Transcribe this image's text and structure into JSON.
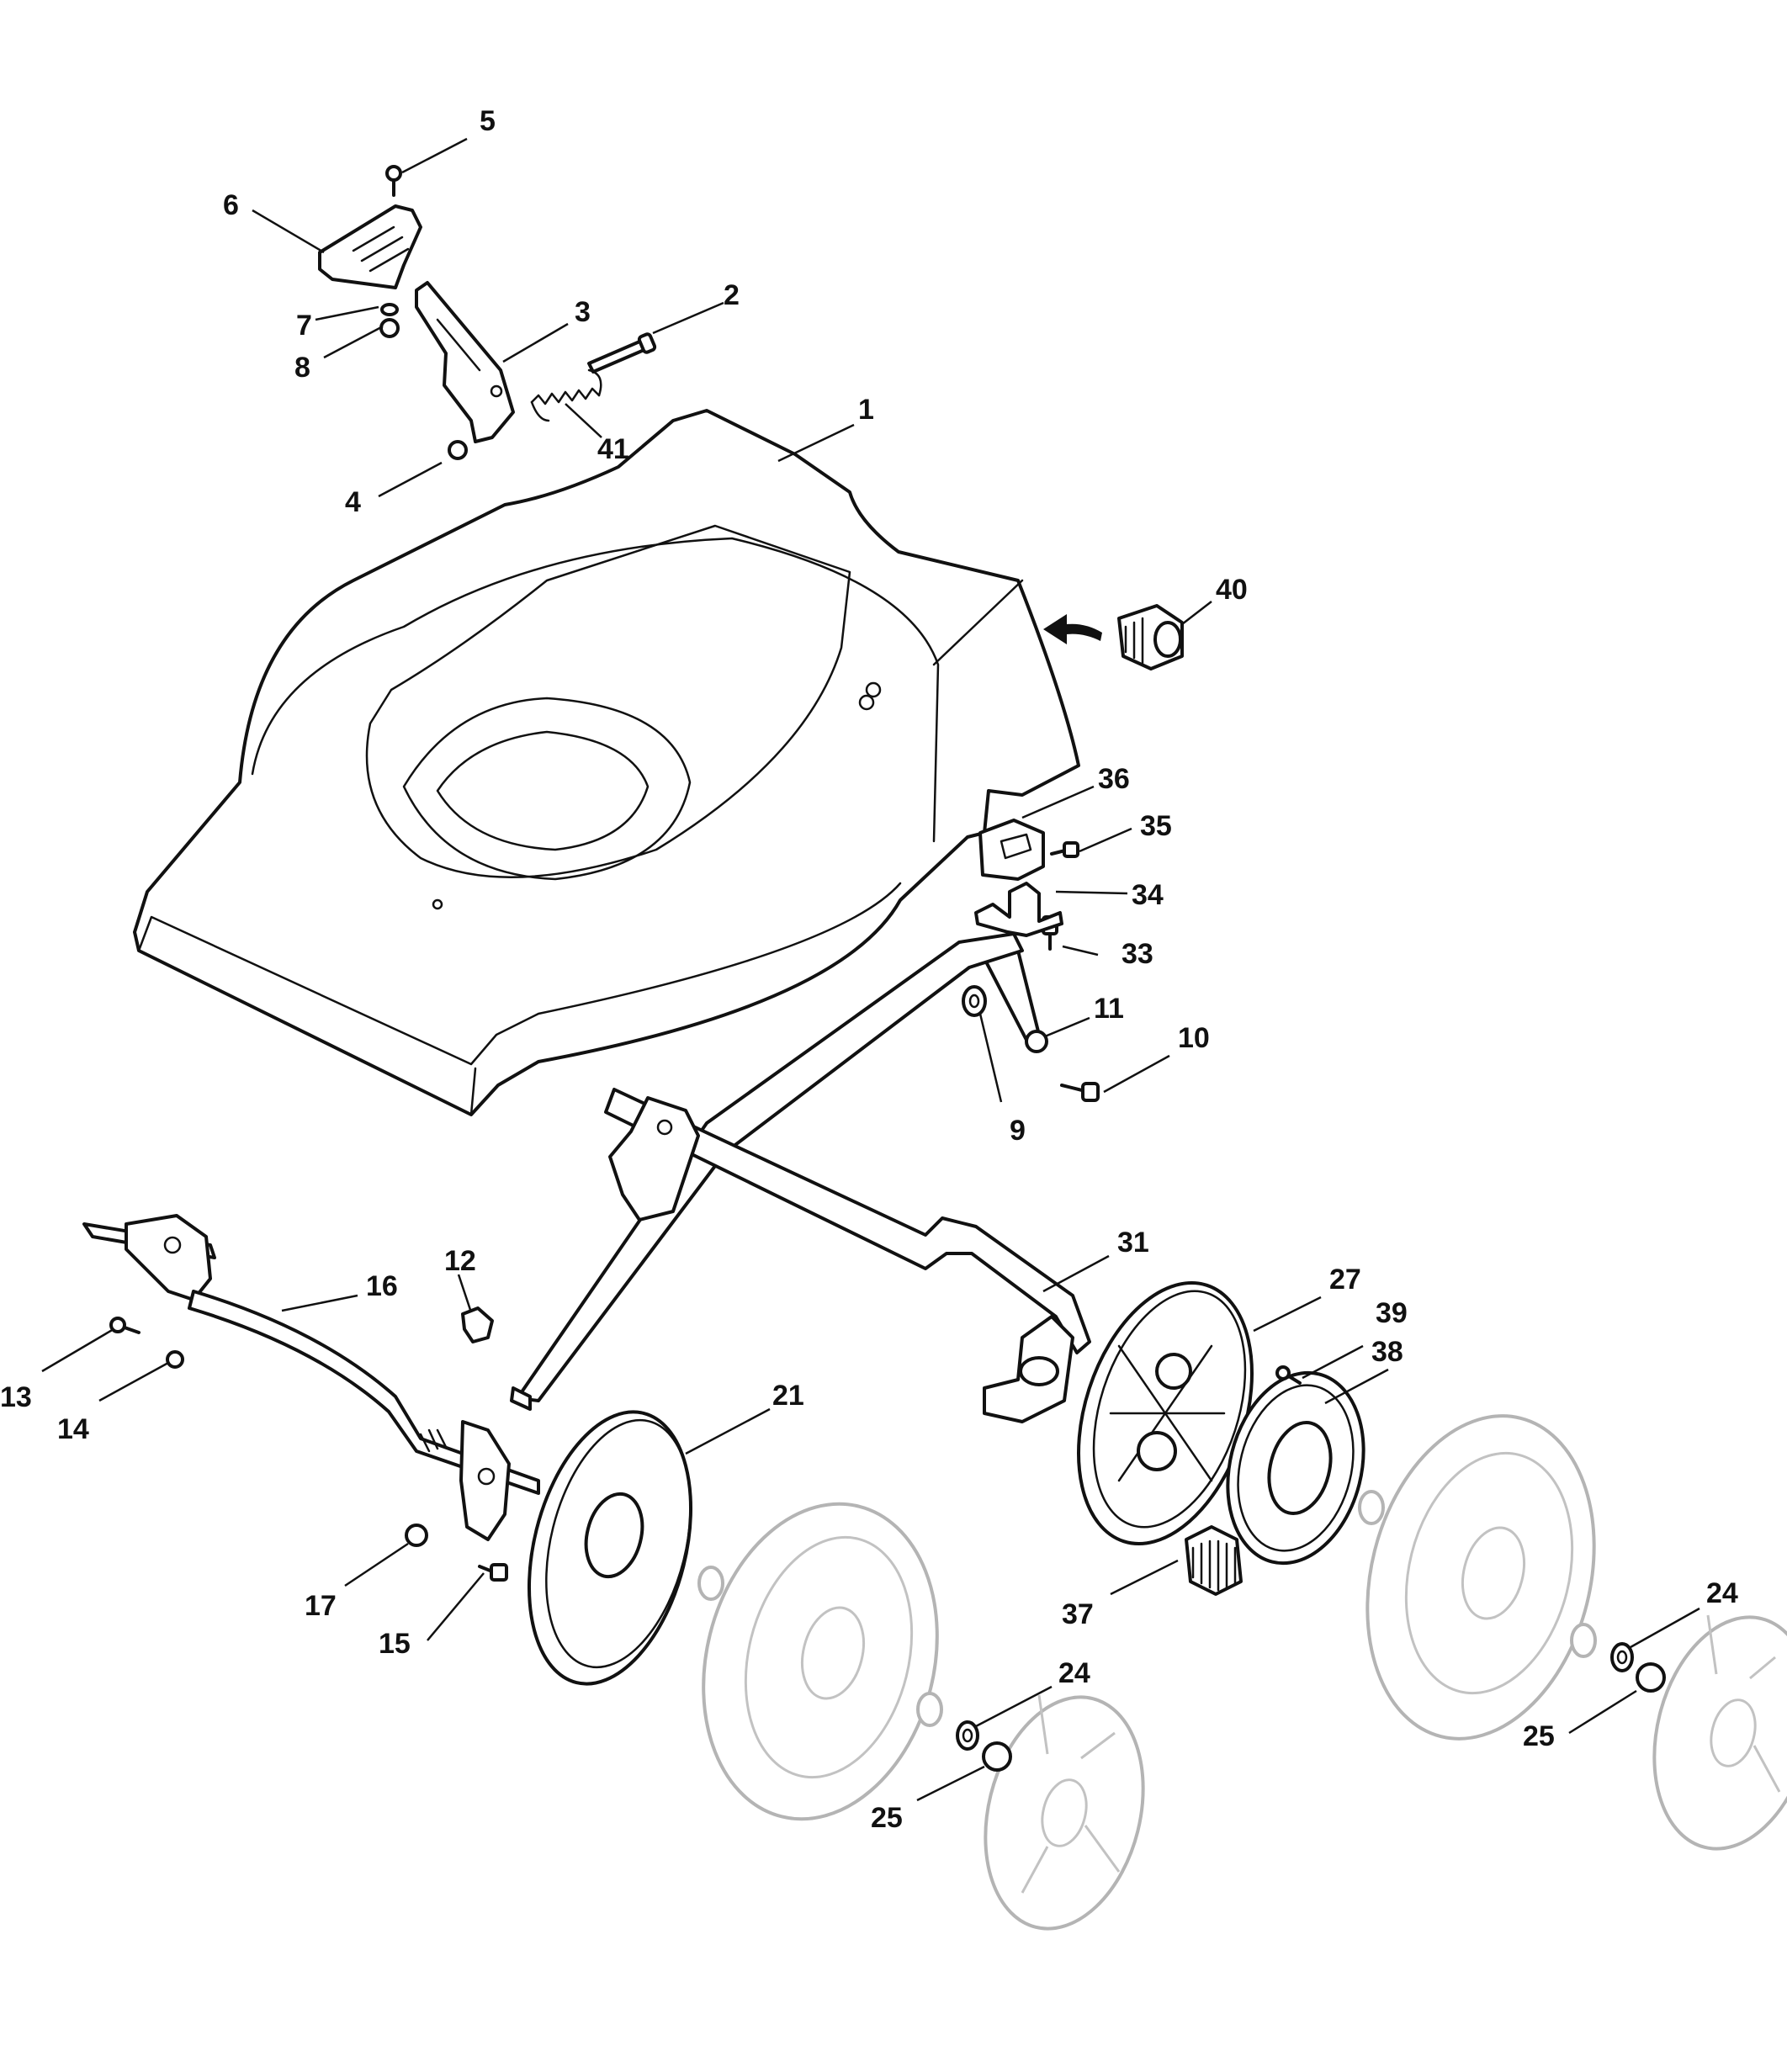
{
  "callouts": [
    "1",
    "2",
    "3",
    "4",
    "5",
    "6",
    "7",
    "8",
    "9",
    "10",
    "11",
    "12",
    "13",
    "14",
    "15",
    "16",
    "17",
    "21",
    "24",
    "24",
    "25",
    "25",
    "27",
    "31",
    "33",
    "34",
    "35",
    "36",
    "37",
    "38",
    "39",
    "40",
    "41"
  ],
  "colors": {
    "line": "#111111",
    "ghost_line": "#b4b4b4",
    "background": "#ffffff"
  }
}
